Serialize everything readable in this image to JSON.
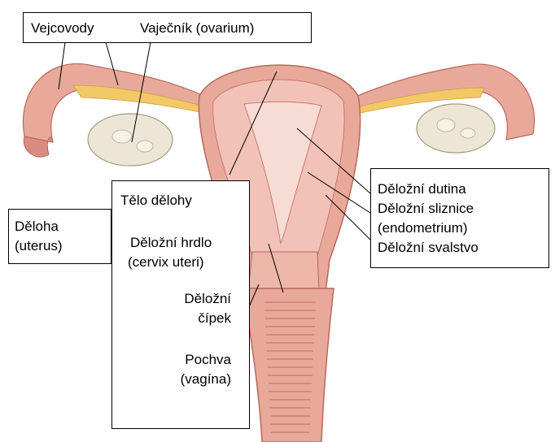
{
  "labels": {
    "vejcovody": "Vejcovody",
    "vajecnik": "Vaječník (ovarium)",
    "delozni_dutina": "Děložní dutina",
    "delozni_sliznice": "Děložní sliznice",
    "endometrium": "(endometrium)",
    "delozni_svalstvo": "Děložní svalstvo",
    "delo_dul": "Tělo dělohy",
    "delozni_hrdlo": "Děložní hrdlo",
    "cervix": "(cervix uteri)",
    "delozni_cipek_1": "Děložní",
    "delozni_cipek_2": "čípek",
    "pochva": "Pochva",
    "vagina": "(vagína)",
    "deloha": "Děloha",
    "uterus": "(uterus)"
  },
  "colors": {
    "tissue": "#e8a99a",
    "tissue_dark": "#c9786c",
    "muscle": "#f2c2b8",
    "ovary": "#ebe6d6",
    "fat": "#f3c867",
    "line": "#000000"
  }
}
